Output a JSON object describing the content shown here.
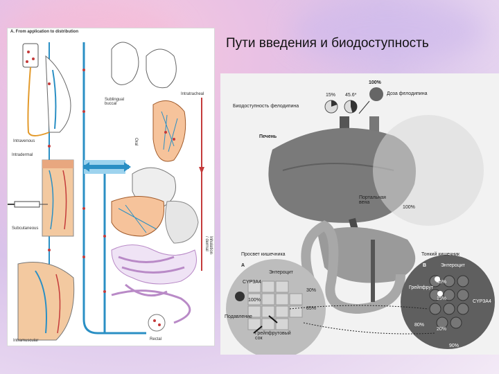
{
  "slide": {
    "title": "Пути введения и биодоступность"
  },
  "left_figure": {
    "heading": "A. From application to distribution",
    "labels": {
      "intravenous": "Intravenous",
      "intradermal": "Intradermal",
      "subcutaneous": "Subcutaneous",
      "intramuscular": "Intramuscular",
      "sublingual": "Sublingual\nbuccal",
      "intratracheal": "Intratracheal",
      "oral": "Oral",
      "rectal": "Rectal",
      "vertical_text": "Inhalation / dermal"
    }
  },
  "right_figure": {
    "dose_pct": "100%",
    "dose_label": "Доза фелодипина",
    "bio_label": "Биодоступность фелодипина",
    "pct_a": "15%",
    "pct_b": "45.6*",
    "liver": "Печень",
    "portal_vein": "Портальная\nвена",
    "portal_pct": "100%",
    "lumen": "Просвет кишечника",
    "small_intestine": "Тонкий кишечник",
    "label_a": "А",
    "label_b": "В",
    "enterocyte": "Энтероцит",
    "cyp3a4": "CYP3A4",
    "pct_100": "100%",
    "pct_30": "30%",
    "pct_85": "85%",
    "suppression": "Подавление",
    "grapefruit": "Грейпфрутовый\nсок",
    "enterocyte_b": "Энтероцит",
    "grapefruit_b": "Грейпфрут",
    "cyp3a4_b": "CYP3A4",
    "pct_b45": "45%",
    "pct_b15": "15%",
    "pct_b20": "20%",
    "pct_b90": "90%",
    "pct_b80": "80%"
  },
  "colors": {
    "liver": "#7a7a7a",
    "vessel_blue": "#2a8fc4",
    "vessel_red": "#c43a3a",
    "intestine_purple": "#b98ac7",
    "skin_orange": "#f3c9a0"
  }
}
